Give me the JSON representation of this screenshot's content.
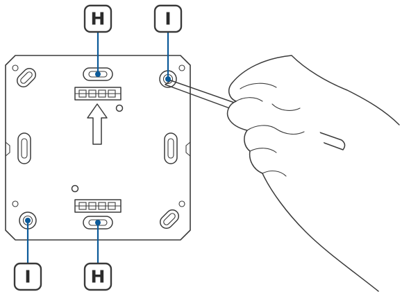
{
  "callouts": {
    "top_h": "H",
    "top_i": "I",
    "bottom_i": "I",
    "bottom_h": "H"
  },
  "colors": {
    "leader": "#0b5a99",
    "outline": "#3a3a3a",
    "background": "#ffffff"
  },
  "icons": {
    "arrow": "up-arrow-icon",
    "hand": "hand-with-pencil-icon"
  }
}
